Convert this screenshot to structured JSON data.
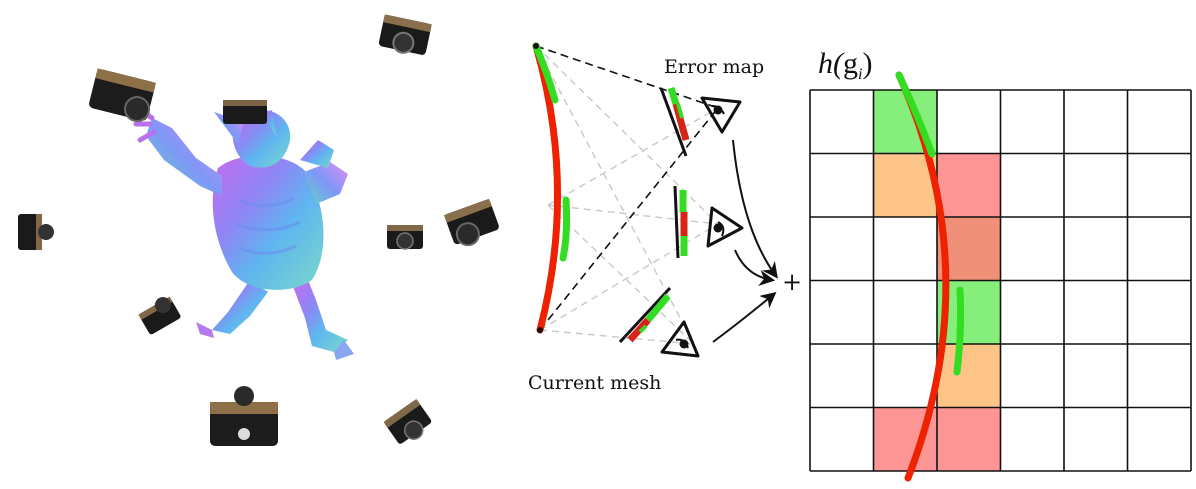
{
  "labels": {
    "error_map": "Error map",
    "current_mesh": "Current mesh",
    "plus": "+",
    "h_prefix": "h(",
    "h_g": "g",
    "h_sub": "i",
    "h_suffix": ")"
  },
  "colors": {
    "good": "#33dd22",
    "bad": "#ee2200",
    "cell_green": "#86ee7a",
    "cell_orange": "#fdc487",
    "cell_red": "#fc9594",
    "cell_salmon": "#f09078",
    "grid_line": "#111111"
  },
  "grid": {
    "rows": 6,
    "cols": 6,
    "colored_cells": [
      {
        "row": 0,
        "col": 1,
        "color": "cell_green"
      },
      {
        "row": 1,
        "col": 1,
        "color": "cell_orange"
      },
      {
        "row": 1,
        "col": 2,
        "color": "cell_red"
      },
      {
        "row": 2,
        "col": 2,
        "color": "cell_salmon"
      },
      {
        "row": 3,
        "col": 2,
        "color": "cell_green"
      },
      {
        "row": 4,
        "col": 2,
        "color": "cell_orange"
      },
      {
        "row": 5,
        "col": 1,
        "color": "cell_red"
      },
      {
        "row": 5,
        "col": 2,
        "color": "cell_red"
      }
    ]
  }
}
